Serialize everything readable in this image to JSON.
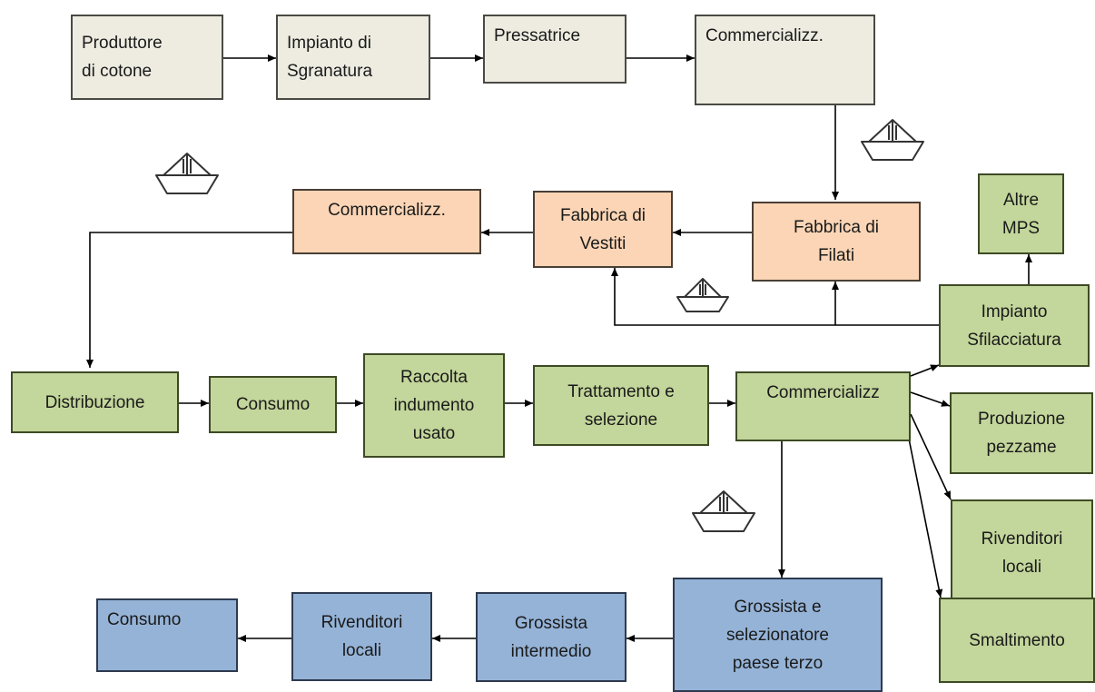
{
  "colors": {
    "raw_stage": "#eeece1",
    "production_stage": "#fbd5b5",
    "second_hand_stage": "#c3d69b",
    "third_country_stage": "#95b3d7"
  },
  "icons": [
    "boat-icon"
  ],
  "nodes": {
    "produttore": "Produttore\ndi cotone",
    "sgranatura": "Impianto di\nSgranatura",
    "pressatrice": "Pressatrice",
    "commerc_top": "Commercializz.",
    "filati": "Fabbrica di\nFilati",
    "vestiti": "Fabbrica di\nVestiti",
    "commerc_mid": "Commercializz.",
    "altre_mps": "Altre\nMPS",
    "sfilacciatura": "Impianto\nSfilacciatura",
    "distribuzione": "Distribuzione",
    "consumo": "Consumo",
    "raccolta": "Raccolta\nindumento\nusato",
    "trattamento": "Trattamento e\nselezione",
    "commerc_low": "Commercializz",
    "pezzame": "Produzione\npezzame",
    "rivenditori_locali": "Rivenditori\nlocali",
    "smaltimento": "Smaltimento",
    "grossista_sel": "Grossista e\nselezionatore\npaese terzo",
    "grossista_int": "Grossista\nintermedio",
    "rivenditori_terzo": "Rivenditori\nlocali",
    "consumo_terzo": "Consumo"
  }
}
